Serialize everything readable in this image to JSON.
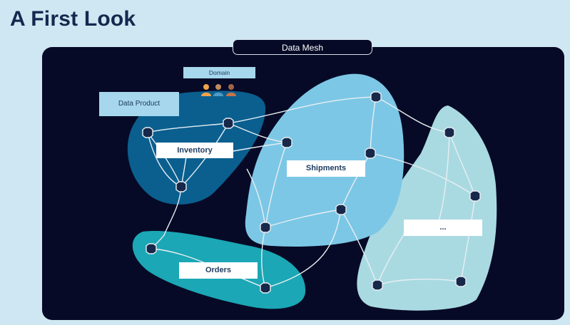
{
  "title": "A First Look",
  "mesh_label": "Data Mesh",
  "domain_label": "Domain",
  "data_product_label": "Data Product",
  "domains": [
    {
      "label": "Inventory"
    },
    {
      "label": "Shipments"
    },
    {
      "label": "Orders"
    },
    {
      "label": "..."
    }
  ],
  "colors": {
    "background": "#cfe7f2",
    "panel": "#070a26",
    "inventory_blob": "#0a5f8f",
    "shipments_blob": "#7cc7e6",
    "orders_blob": "#1ba7b5",
    "more_blob": "#a9dae2",
    "node": "#17284a",
    "edge": "#e8eef2",
    "title": "#14284f"
  },
  "icons": [
    "person-icon",
    "person-icon",
    "person-icon",
    "hexagon-node-icon"
  ]
}
